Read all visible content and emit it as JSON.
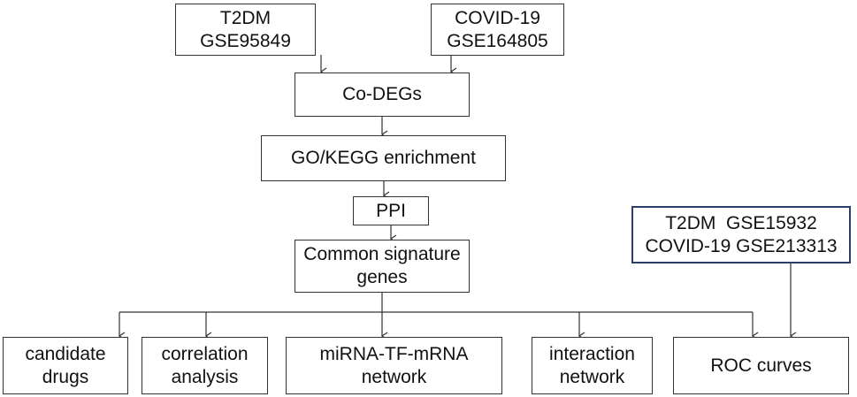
{
  "nodes": {
    "t2dm_top": {
      "line1": "T2DM",
      "line2": "GSE95849"
    },
    "covid_top": {
      "line1": "COVID-19",
      "line2": "GSE164805"
    },
    "co_degs": {
      "label": "Co-DEGs"
    },
    "enrichment": {
      "label": "GO/KEGG enrichment"
    },
    "ppi": {
      "label": "PPI"
    },
    "signature": {
      "line1": "Common signature",
      "line2": "genes"
    },
    "validation": {
      "line1": "T2DM  GSE15932",
      "line2": "COVID-19 GSE213313"
    },
    "drugs": {
      "line1": "candidate",
      "line2": "drugs"
    },
    "correlation": {
      "line1": "correlation",
      "line2": "analysis"
    },
    "mirna": {
      "line1": "miRNA-TF-mRNA",
      "line2": "network"
    },
    "interaction": {
      "line1": "interaction",
      "line2": "network"
    },
    "roc": {
      "label": "ROC curves"
    }
  },
  "colors": {
    "border": "#333333",
    "validation_border": "#2b3f66",
    "arrow": "#333333"
  }
}
